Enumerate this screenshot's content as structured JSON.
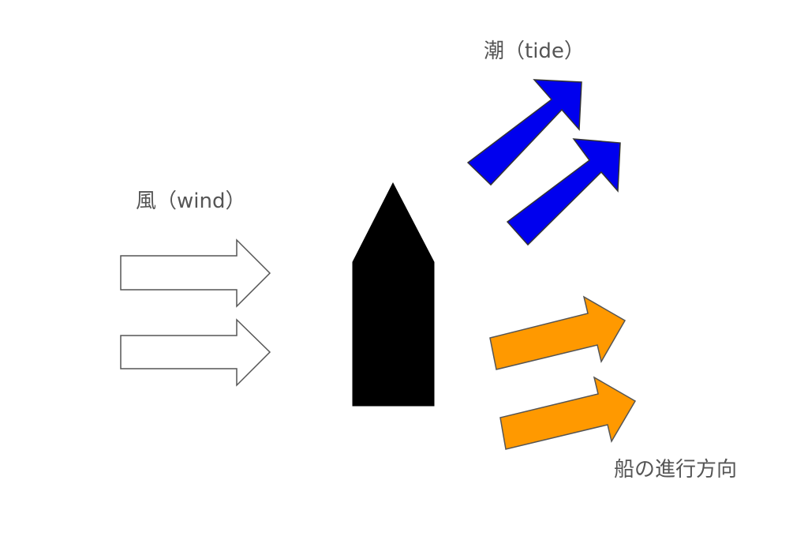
{
  "labels": {
    "wind": "風（wind）",
    "tide": "潮（tide）",
    "heading": "船の進行方向"
  },
  "colors": {
    "wind_fill": "#ffffff",
    "wind_stroke": "#555555",
    "tide_fill": "#0000ee",
    "heading_fill": "#ff9900",
    "boat_fill": "#000000",
    "text": "#555555"
  }
}
